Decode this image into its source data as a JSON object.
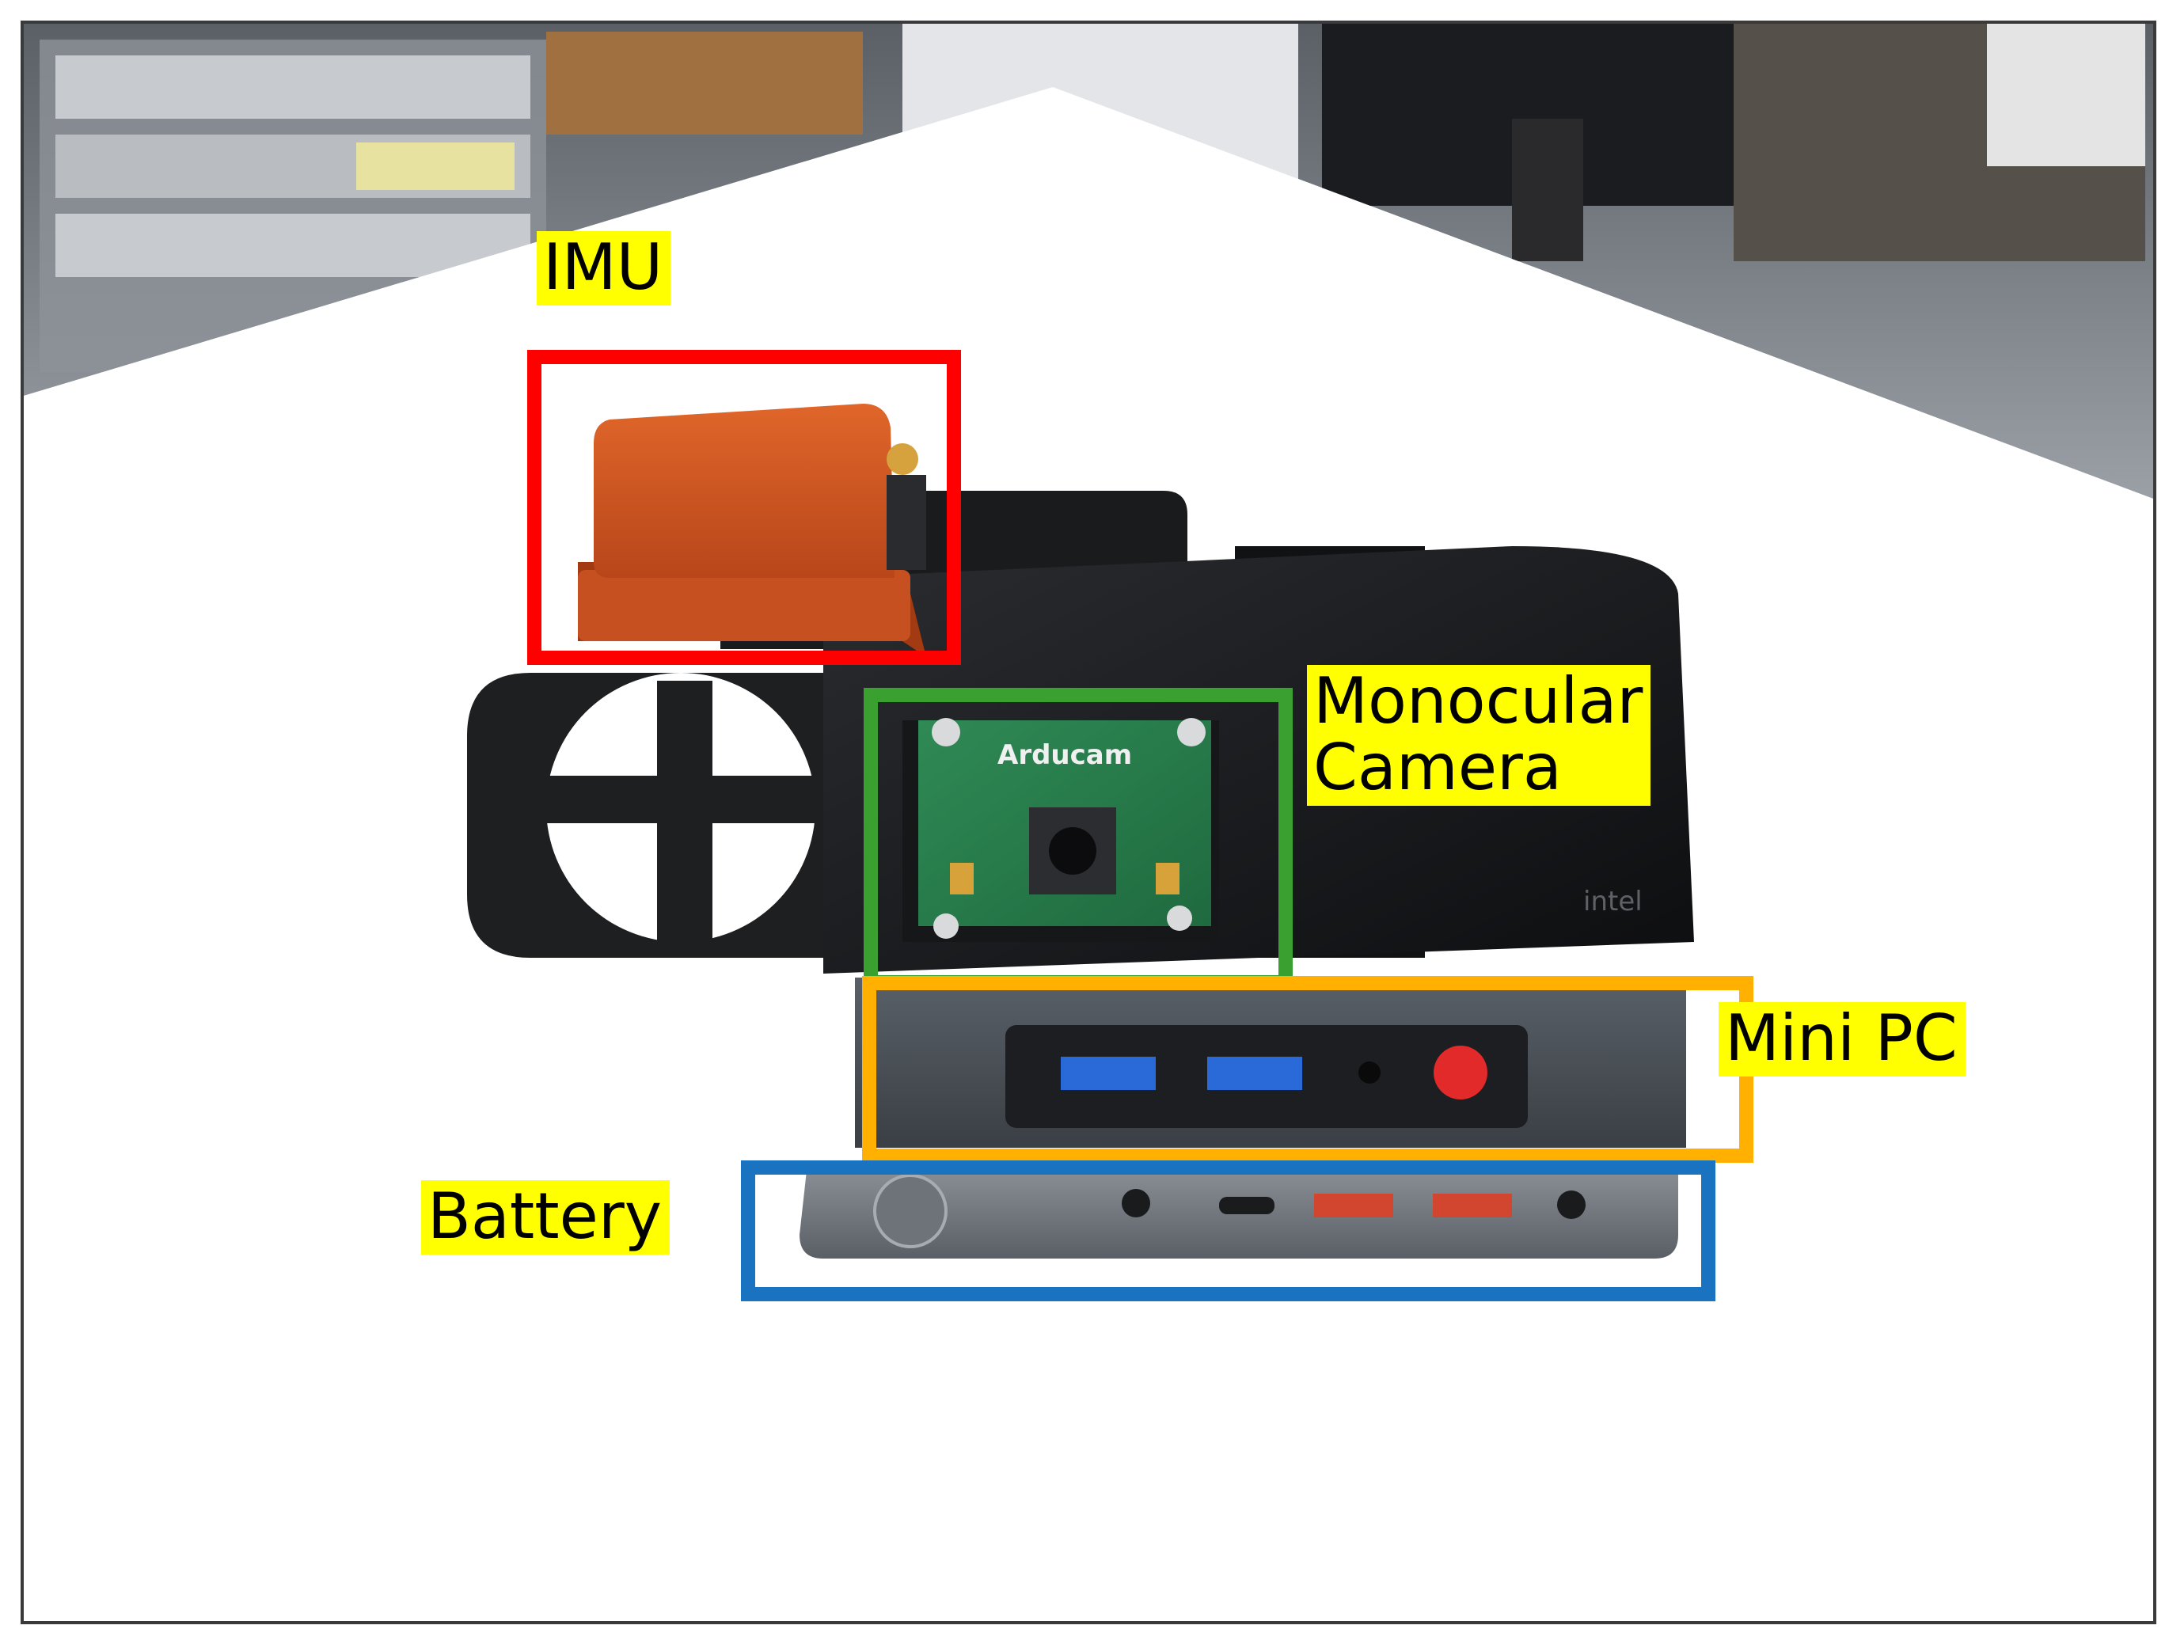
{
  "labels": {
    "imu": "IMU",
    "camera": "Monocular\nCamera",
    "mini_pc": "Mini PC",
    "battery": "Battery"
  },
  "colors": {
    "imu_box": "#ff0000",
    "camera_box": "#3aa030",
    "mini_pc_box": "#ffb000",
    "battery_box": "#1a73c0",
    "label_background": "#ffff00"
  }
}
